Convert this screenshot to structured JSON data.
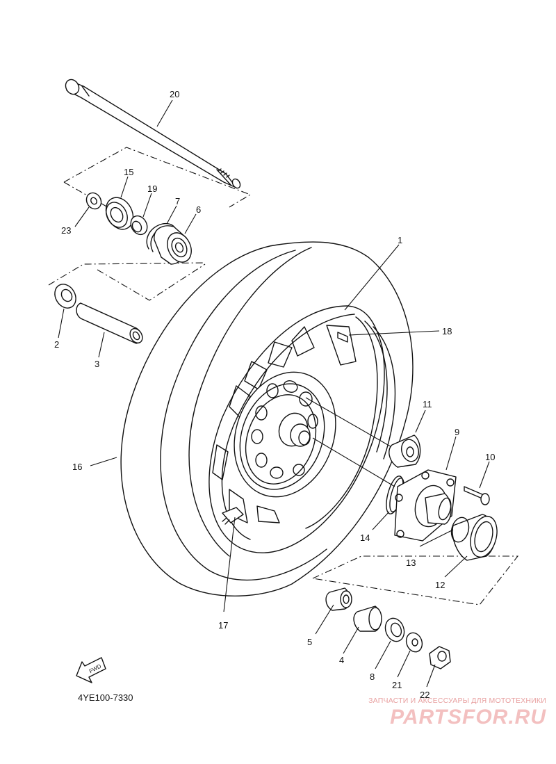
{
  "diagram": {
    "code": "4YE100-7330",
    "fwd_label": "FWD",
    "parts": [
      "1",
      "2",
      "3",
      "4",
      "5",
      "6",
      "7",
      "8",
      "9",
      "10",
      "11",
      "12",
      "13",
      "14",
      "15",
      "16",
      "17",
      "18",
      "19",
      "20",
      "21",
      "22",
      "23"
    ]
  },
  "watermark": {
    "caption": "ЗАПЧАСТИ И АКСЕССУАРЫ ДЛЯ МОТОТЕХНИКИ",
    "logo": "PARTSFOR.RU"
  },
  "colors": {
    "line": "#111111",
    "watermark": "#f3c0c0"
  }
}
